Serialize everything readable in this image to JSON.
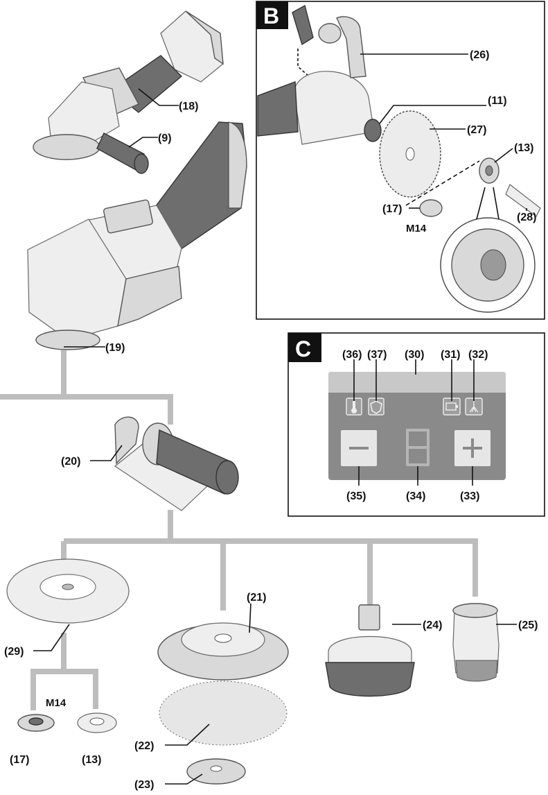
{
  "panels": {
    "b_letter": "B",
    "c_letter": "C"
  },
  "labels": {
    "l18": "(18)",
    "l9": "(9)",
    "l19": "(19)",
    "l20": "(20)",
    "l21": "(21)",
    "l22": "(22)",
    "l23": "(23)",
    "l24": "(24)",
    "l25": "(25)",
    "l29": "(29)",
    "l17": "(17)",
    "l13": "(13)",
    "m14": "M14",
    "b26": "(26)",
    "b11": "(11)",
    "b27": "(27)",
    "b13": "(13)",
    "b17": "(17)",
    "b_m14": "M14",
    "b28": "(28)",
    "c36": "(36)",
    "c37": "(37)",
    "c30": "(30)",
    "c31": "(31)",
    "c32": "(32)",
    "c35": "(35)",
    "c34": "(34)",
    "c33": "(33)"
  },
  "display": {
    "digit": "8",
    "minus": "−",
    "plus": "+"
  },
  "icons": [
    "thermometer-icon",
    "kickback-shield-icon",
    "battery-icon",
    "brush-icon"
  ]
}
